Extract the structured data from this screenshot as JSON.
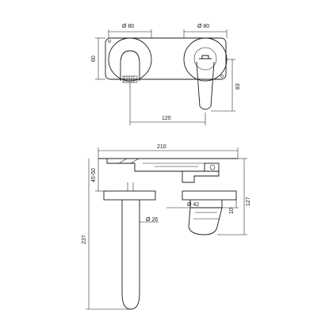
{
  "dimensions": {
    "top_dia_left": "Ø 80",
    "top_dia_right": "Ø 80",
    "top_height_60": "60",
    "top_height_83": "83",
    "top_center_120": "120",
    "side_length_210": "210",
    "side_wall_45_50": "45-50",
    "side_height_237": "237",
    "side_dia_42": "Ø 42",
    "side_dia_26": "Ø 26",
    "side_height_10": "10",
    "side_height_127": "127"
  }
}
